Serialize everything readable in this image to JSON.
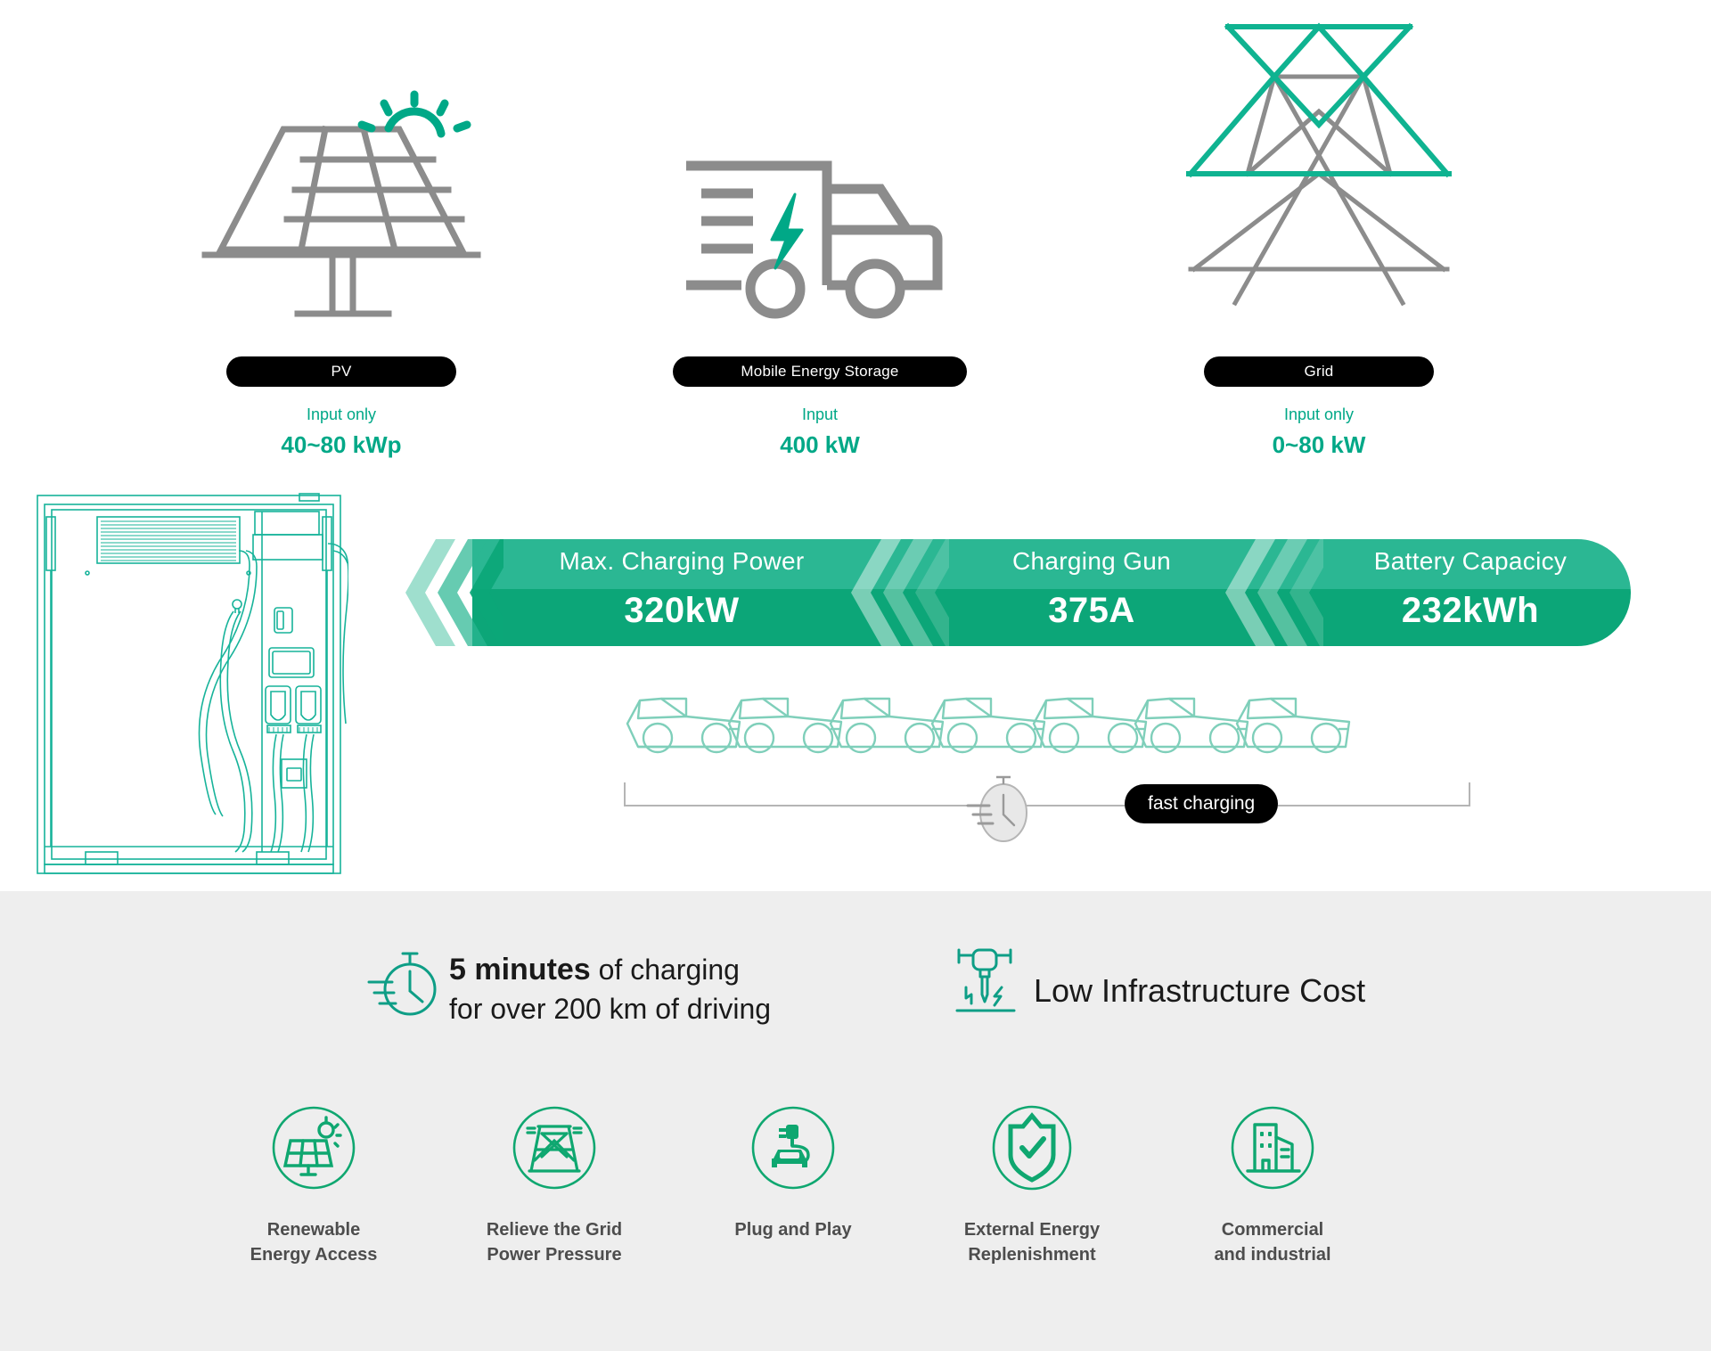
{
  "colors": {
    "teal": "#00A887",
    "teal_dark": "#0CA678",
    "teal_mid": "#2BB793",
    "gray_icon": "#8C8C8C",
    "label_gray": "#4D4D4D",
    "panel_bg": "#EEEEEE",
    "car_outline": "#7FCFBA"
  },
  "sources": [
    {
      "icon": "solar-panel-icon",
      "pill_label": "PV",
      "sub": "Input only",
      "value": "40~80 kWp"
    },
    {
      "icon": "electric-truck-icon",
      "pill_label": "Mobile Energy Storage",
      "sub": "Input",
      "value": "400 kW"
    },
    {
      "icon": "transmission-tower-icon",
      "pill_label": "Grid",
      "sub": "Input only",
      "value": "0~80 kW"
    }
  ],
  "banner": {
    "segments": [
      {
        "label": "Max. Charging Power",
        "value": "320kW"
      },
      {
        "label": "Charging Gun",
        "value": "375A"
      },
      {
        "label": "Battery Capacicy",
        "value": "232kWh"
      }
    ]
  },
  "charging_flow": {
    "car_count": 7,
    "clock_icon": "stopwatch-icon",
    "badge": "fast charging"
  },
  "highlights": [
    {
      "icon": "stopwatch-icon",
      "line1_strong": "5 minutes",
      "line1_rest": " of charging",
      "line2": "for over 200 km of driving"
    },
    {
      "icon": "jackhammer-icon",
      "single": "Low Infrastructure Cost"
    }
  ],
  "features": [
    {
      "icon": "solar-panel-circle-icon",
      "label": "Renewable\nEnergy Access"
    },
    {
      "icon": "power-tower-circle-icon",
      "label": "Relieve the Grid\nPower Pressure"
    },
    {
      "icon": "plug-car-circle-icon",
      "label": "Plug and Play"
    },
    {
      "icon": "shield-check-circle-icon",
      "label": "External Energy\nReplenishment"
    },
    {
      "icon": "buildings-circle-icon",
      "label": "Commercial\nand industrial"
    }
  ]
}
